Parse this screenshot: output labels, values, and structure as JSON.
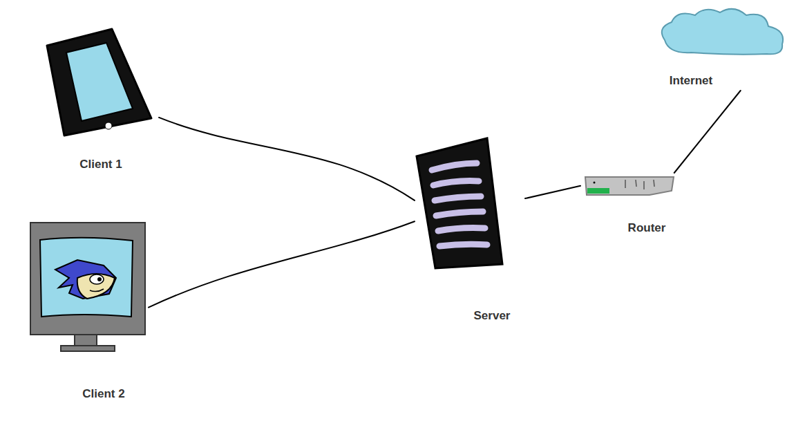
{
  "diagram": {
    "nodes": [
      {
        "text": [
          "Client 1"
        ]
      },
      {
        "text": [
          "Client 2"
        ]
      },
      {
        "text": [
          "Server"
        ]
      },
      {
        "text": [
          "Router"
        ]
      },
      {
        "text": [
          "Internet"
        ]
      }
    ],
    "edges": [
      {
        "from": 0,
        "to": 2,
        "arrow": "none"
      },
      {
        "from": 1,
        "to": 2,
        "arrow": "none"
      },
      {
        "from": 2,
        "to": 3,
        "arrow": "none"
      },
      {
        "from": 3,
        "to": 4,
        "arrow": "none"
      }
    ]
  }
}
